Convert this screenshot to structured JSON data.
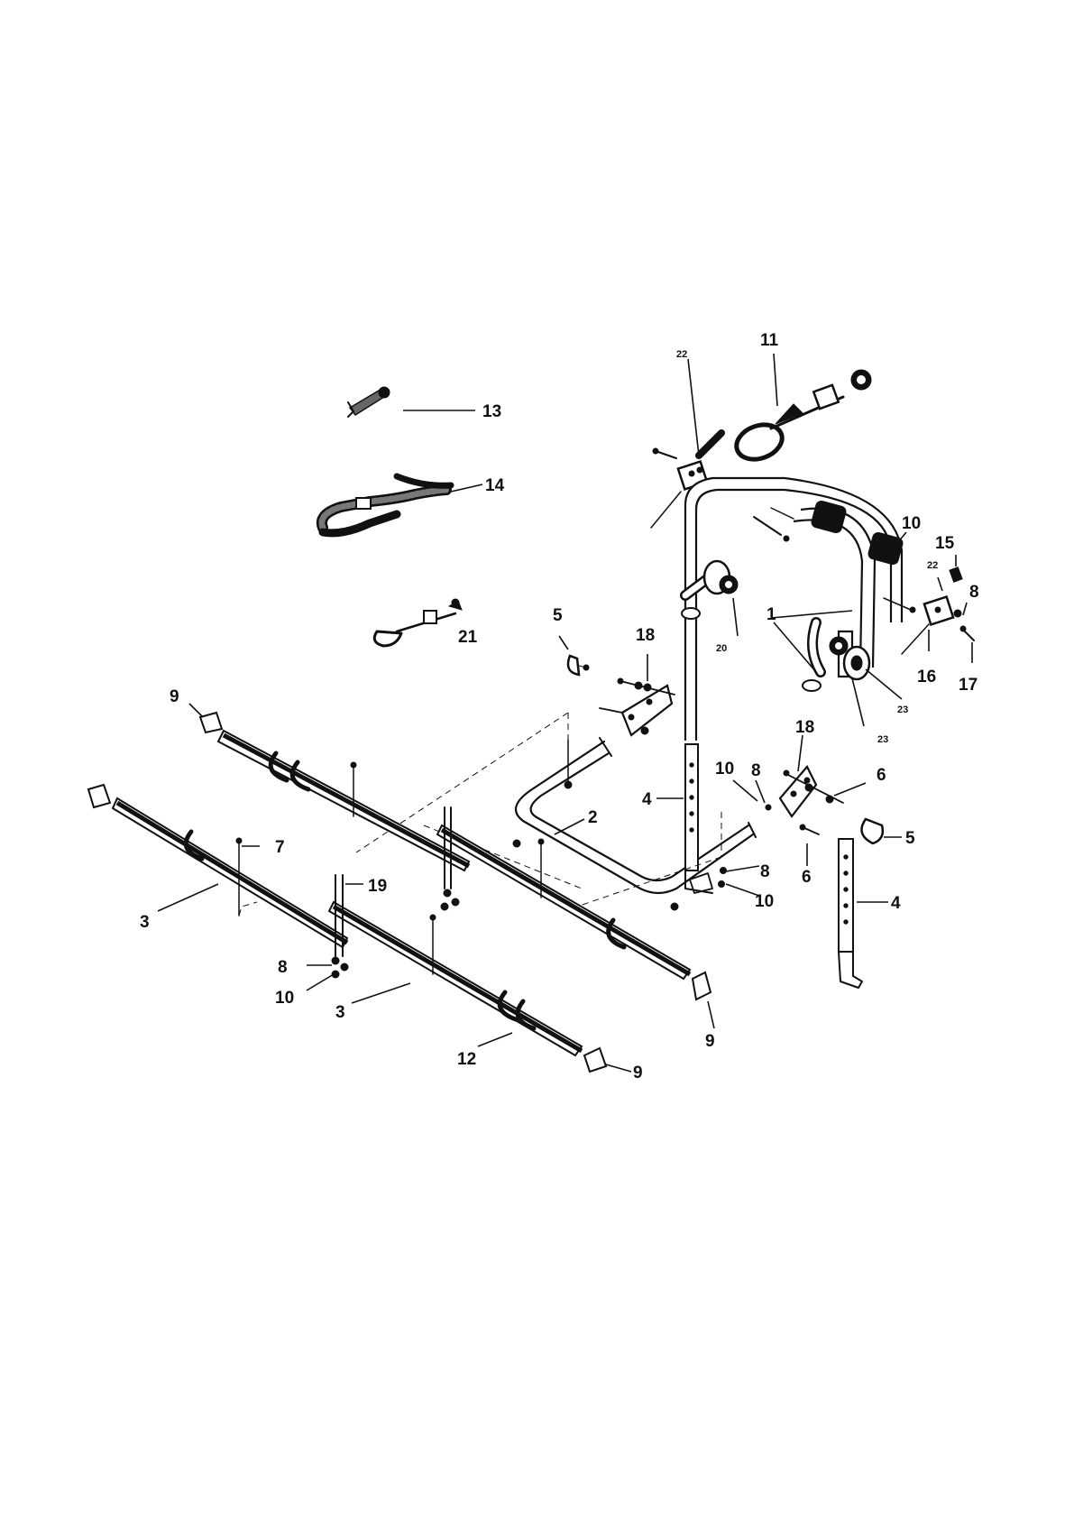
{
  "labels": {
    "p1": "1",
    "p2": "2",
    "p3a": "3",
    "p3b": "3",
    "p4a": "4",
    "p4b": "4",
    "p5a": "5",
    "p5b": "5",
    "p6a": "6",
    "p6b": "6",
    "p7": "7",
    "p8a": "8",
    "p8b": "8",
    "p8c": "8",
    "p8d": "8",
    "p9a": "9",
    "p9b": "9",
    "p9c": "9",
    "p10a": "10",
    "p10b": "10",
    "p10c": "10",
    "p10d": "10",
    "p11": "11",
    "p12": "12",
    "p13": "13",
    "p14": "14",
    "p15": "15",
    "p16": "16",
    "p17": "17",
    "p18a": "18",
    "p18b": "18",
    "p19": "19",
    "p20": "20",
    "p21": "21",
    "p22a": "22",
    "p22b": "22",
    "p23a": "23",
    "p23b": "23"
  }
}
